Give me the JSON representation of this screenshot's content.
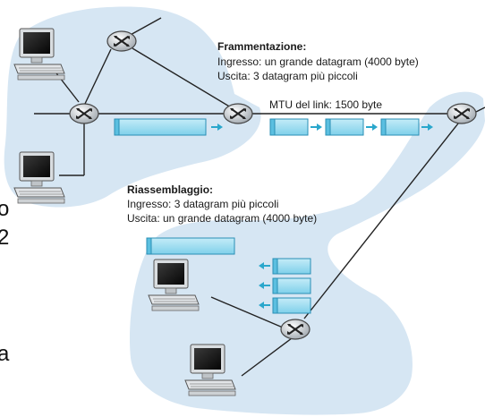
{
  "fragmentation": {
    "title": "Frammentazione:",
    "input": "Ingresso: un grande datagram (4000 byte)",
    "output": "Uscita: 3 datagram più piccoli"
  },
  "mtu_label": "MTU del link: 1500 byte",
  "reassembly": {
    "title": "Riassemblaggio:",
    "input": "Ingresso: 3 datagram più piccoli",
    "output": "Uscita: un grande datagram (4000 byte)"
  },
  "edge_chars": [
    "o",
    "2",
    "a"
  ],
  "colors": {
    "cloud": "#d6e6f3",
    "packet_fill": "#9fdcef",
    "packet_stroke": "#2a8fb5",
    "arrow": "#2aa7cc",
    "line": "#222222"
  },
  "icons": [
    "router-icon",
    "desktop-computer-icon",
    "datagram-icon",
    "flow-arrow-icon"
  ]
}
